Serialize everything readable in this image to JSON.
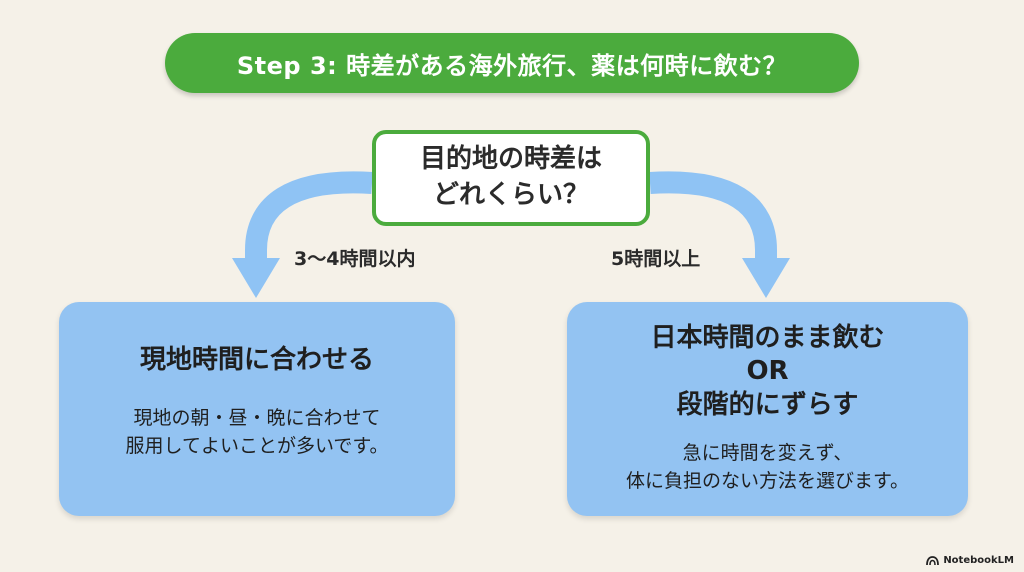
{
  "title": "Step 3: 時差がある海外旅行、薬は何時に飲む？",
  "question": "目的地の時差は\nどれくらい？",
  "branches": {
    "left": {
      "label": "3〜4時間以内",
      "heading": "現地時間に合わせる",
      "body": "現地の朝・昼・晩に合わせて\n服用してよいことが多いです。"
    },
    "right": {
      "label": "5時間以上",
      "heading": "日本時間のまま飲む\nOR\n段階的にずらす",
      "body": "急に時間を変えず、\n体に負担のない方法を選びます。"
    }
  },
  "brand": "NotebookLM",
  "colors": {
    "title_bg": "#4bab3d",
    "question_border": "#4bab3d",
    "box_bg": "#93c3f2",
    "arrow": "#8fc3f4",
    "background": "#f5f1e8"
  },
  "icons": {
    "brand": "notebooklm-logo-icon"
  }
}
